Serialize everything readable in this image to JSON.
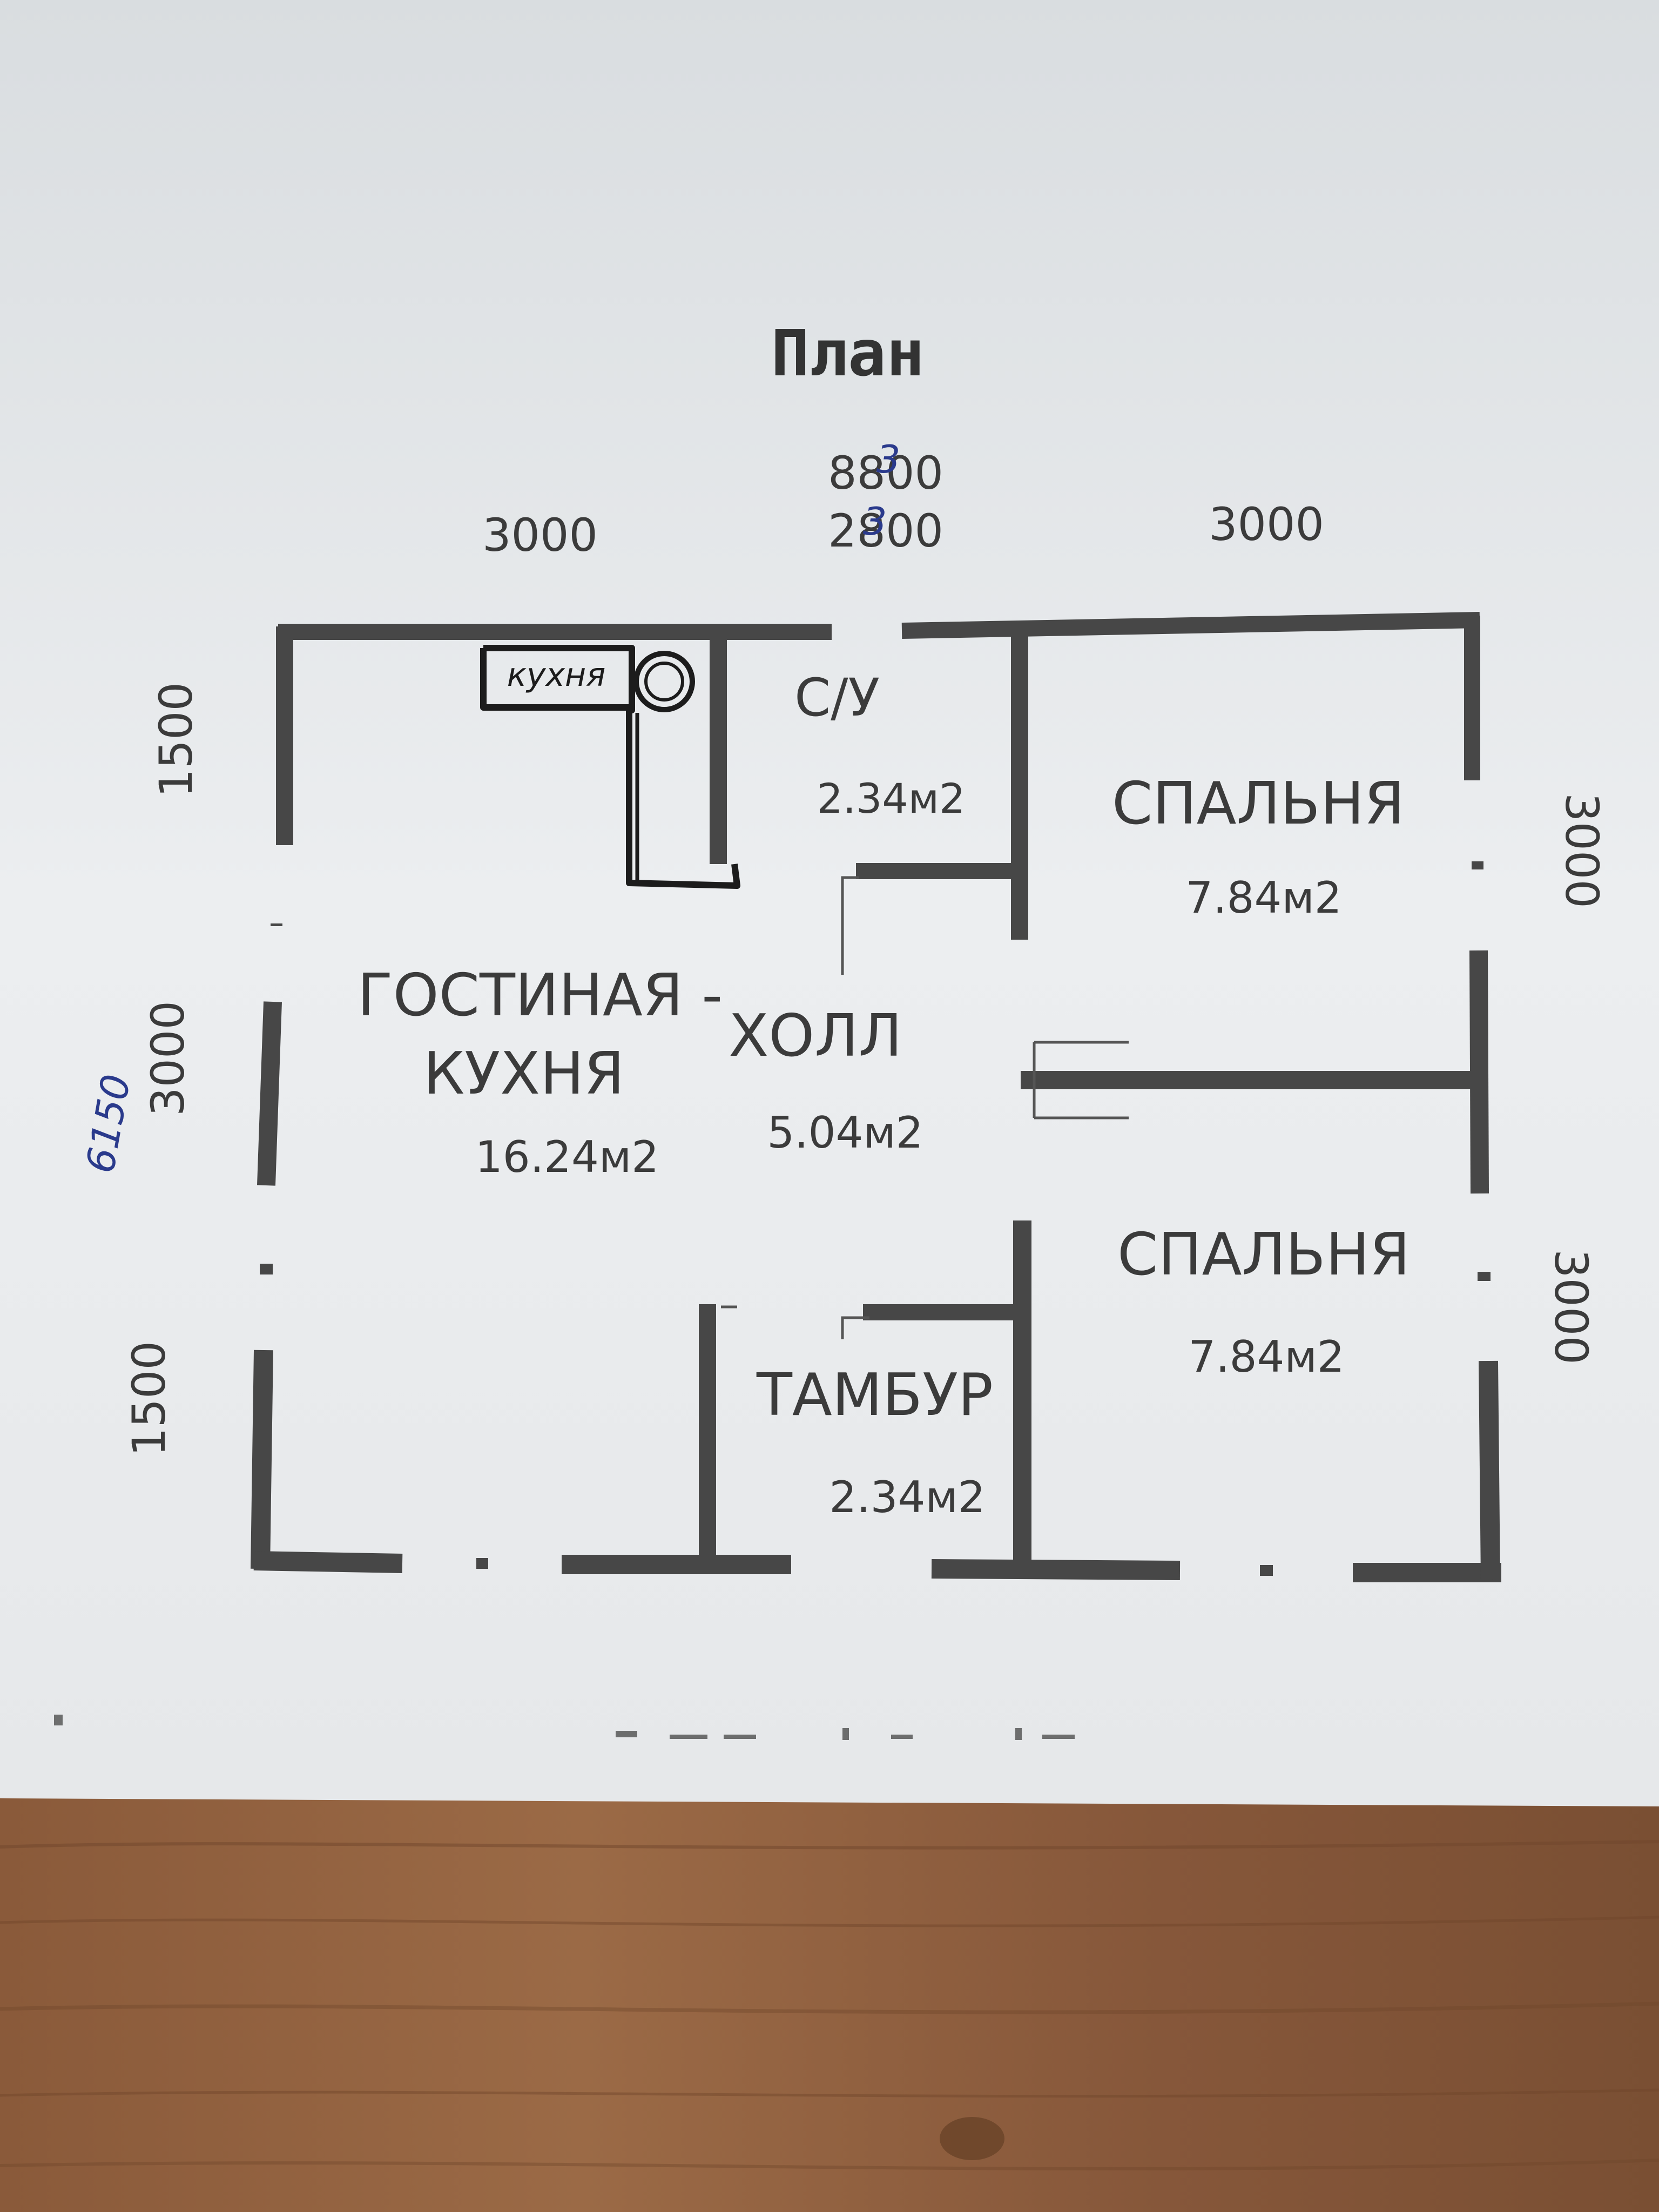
{
  "title": "План",
  "dimensions": {
    "top_total": "8800",
    "top_total_edit": "3",
    "top_left": "3000",
    "top_mid": "2800",
    "top_mid_edit": "3",
    "top_right": "3000",
    "left_top": "1500",
    "left_mid": "3000",
    "left_bottom": "1500",
    "left_total": "6150",
    "right_upper": "3000",
    "right_lower": "3000"
  },
  "rooms": {
    "su": {
      "name": "С/У",
      "area": "2.34м2"
    },
    "bedroom1": {
      "name": "СПАЛЬНЯ",
      "area": "7.84м2"
    },
    "living_line1": "ГОСТИНАЯ -",
    "living_line2": "КУХНЯ",
    "living_area": "16.24м2",
    "hall": {
      "name": "ХОЛЛ",
      "area": "5.04м2"
    },
    "bedroom2": {
      "name": "СПАЛЬНЯ",
      "area": "7.84м2"
    },
    "vestibule": {
      "name": "ТАМБУР",
      "area": "2.34м2"
    }
  },
  "handwritten": {
    "kitchen_label": "кухня"
  }
}
